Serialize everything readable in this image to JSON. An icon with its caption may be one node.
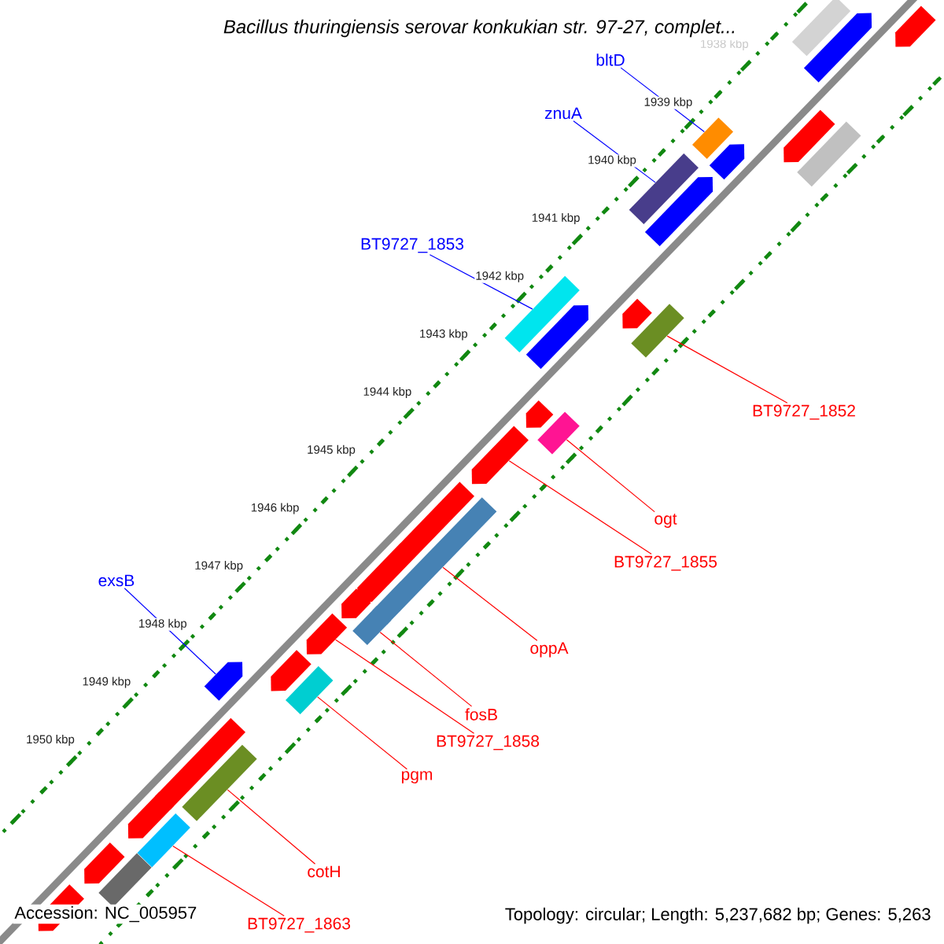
{
  "diagram": {
    "title": "*Bacillus thuringiensis* *serovar konkukian str. 97-27, complet...*",
    "nodes": [
      {
        "text": [
          "bltD"
        ]
      },
      {
        "text": [],
        "shape": "box"
      },
      {
        "text": [
          "znuA"
        ]
      },
      {
        "text": [],
        "shape": "box"
      },
      {
        "text": [
          "BT9727_1853"
        ]
      },
      {
        "text": [],
        "shape": "box"
      },
      {
        "text": [
          "BT9727_1852"
        ]
      },
      {
        "text": [],
        "shape": "box"
      },
      {
        "text": [
          "ogt"
        ]
      },
      {
        "text": [],
        "shape": "box"
      },
      {
        "text": [
          "BT9727_1855"
        ]
      },
      {
        "text": [],
        "shape": "arrow"
      },
      {
        "text": [
          "exsB"
        ]
      },
      {
        "text": [],
        "shape": "arrow"
      },
      {
        "text": [
          "oppA"
        ]
      },
      {
        "text": [],
        "shape": "box"
      },
      {
        "text": [
          "fosB"
        ]
      },
      {
        "text": [],
        "shape": "box"
      },
      {
        "text": [
          "BT9727_1858"
        ]
      },
      {
        "text": [],
        "shape": "arrow"
      },
      {
        "text": [
          "pgm"
        ]
      },
      {
        "text": [],
        "shape": "box"
      },
      {
        "text": [
          "cotH"
        ]
      },
      {
        "text": [],
        "shape": "box"
      },
      {
        "text": [
          "BT9727_1863"
        ]
      },
      {
        "text": [],
        "shape": "box"
      },
      {
        "text": [],
        "shape": "box"
      },
      {
        "text": [],
        "shape": "arrow"
      },
      {
        "text": [],
        "shape": "arrow"
      },
      {
        "text": [],
        "shape": "arrow"
      },
      {
        "text": [],
        "shape": "box"
      },
      {
        "text": [],
        "shape": "arrow"
      },
      {
        "text": [],
        "shape": "arrow"
      },
      {
        "text": [],
        "shape": "arrow"
      },
      {
        "text": [],
        "shape": "arrow"
      },
      {
        "text": [],
        "shape": "arrow"
      },
      {
        "text": [],
        "shape": "arrow"
      },
      {
        "text": [],
        "shape": "arrow"
      },
      {
        "text": [],
        "shape": "arrow"
      },
      {
        "text": [],
        "shape": "arrow"
      },
      {
        "text": [],
        "shape": "arrow"
      },
      {
        "text": [],
        "shape": "arrow"
      },
      {
        "text": [],
        "shape": "box"
      },
      {
        "text": [],
        "shape": "arrow"
      }
    ],
    "edges": [
      {
        "from": 0,
        "to": 1,
        "arrow": "none",
        "color": "#0000ff"
      },
      {
        "from": 2,
        "to": 3,
        "arrow": "none",
        "color": "#0000ff"
      },
      {
        "from": 4,
        "to": 5,
        "arrow": "none",
        "color": "#0000ff"
      },
      {
        "from": 6,
        "to": 7,
        "arrow": "none"
      },
      {
        "from": 8,
        "to": 9,
        "arrow": "none"
      },
      {
        "from": 10,
        "to": 11,
        "arrow": "none"
      },
      {
        "from": 12,
        "to": 13,
        "arrow": "none",
        "color": "#0000ff"
      },
      {
        "from": 14,
        "to": 15,
        "arrow": "none"
      },
      {
        "from": 16,
        "to": 17,
        "arrow": "none"
      },
      {
        "from": 18,
        "to": 19,
        "arrow": "none"
      },
      {
        "from": 20,
        "to": 21,
        "arrow": "none"
      },
      {
        "from": 22,
        "to": 23,
        "arrow": "none"
      },
      {
        "from": 24,
        "to": 25,
        "arrow": "none"
      }
    ],
    "labels": [
      "1938 kbp",
      "1939 kbp",
      "1940 kbp",
      "1941 kbp",
      "1942 kbp",
      "1943 kbp",
      "1944 kbp",
      "1945 kbp",
      "1946 kbp",
      "1947 kbp",
      "1948 kbp",
      "1949 kbp",
      "1950 kbp",
      "Accession: NC_005957",
      "Topology: circular; Length: 5,237,682 bp; Genes: 5,263"
    ]
  }
}
